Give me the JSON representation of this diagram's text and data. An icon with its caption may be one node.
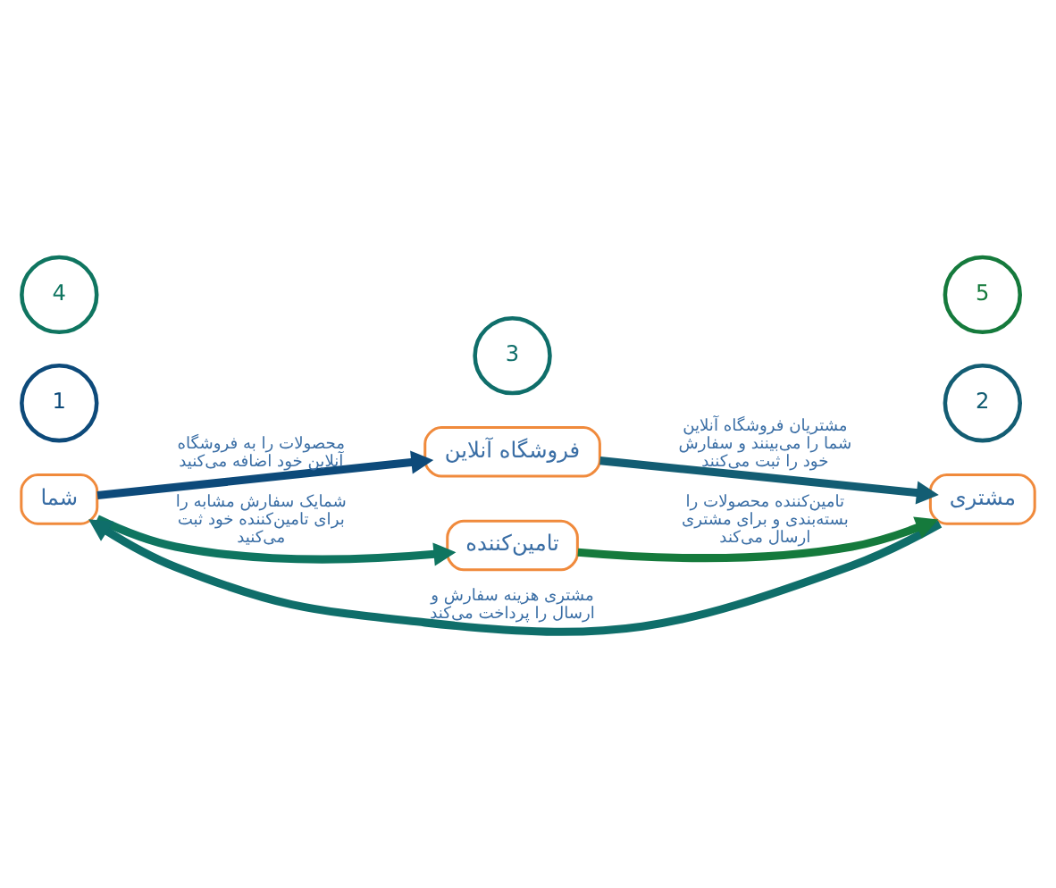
{
  "diagram": {
    "nodes": [
      {
        "text": [
          "فروشگاه آنلاین"
        ]
      },
      {
        "text": [
          "شما"
        ]
      },
      {
        "text": [
          "مشتری"
        ]
      },
      {
        "text": [
          "تامین‌کننده"
        ]
      },
      {
        "text": [
          "1"
        ]
      },
      {
        "text": [
          "2"
        ]
      },
      {
        "text": [
          "3"
        ]
      },
      {
        "text": [
          "4"
        ]
      },
      {
        "text": [
          "5"
        ]
      }
    ],
    "edges": [
      {
        "from": 1,
        "to": 0,
        "arrow": "to",
        "label": "محصولات را به فروشگاه آنلاین خود اضافه می‌کنید",
        "color": "#0d4a7a"
      },
      {
        "from": 0,
        "to": 2,
        "arrow": "to",
        "label": "مشتریان فروشگاه آنلاین شما را می‌بینند و سفارش خود را ثبت می‌کنند",
        "color": "#135d73"
      },
      {
        "from": 2,
        "to": 1,
        "arrow": "to",
        "label": "مشتری هزینه سفارش و ارسال را پرداخت می‌کند",
        "color": "#0f6e6a"
      },
      {
        "from": 1,
        "to": 3,
        "arrow": "to",
        "label": "شمایک سفارش مشابه را برای تامین‌کننده خود ثبت می‌کنید",
        "color": "#0f7560"
      },
      {
        "from": 3,
        "to": 2,
        "arrow": "to",
        "label": "تامین‌کننده محصولات را بسته‌بندی و برای مشتری ارسال می‌کند",
        "color": "#157a3c"
      }
    ]
  }
}
